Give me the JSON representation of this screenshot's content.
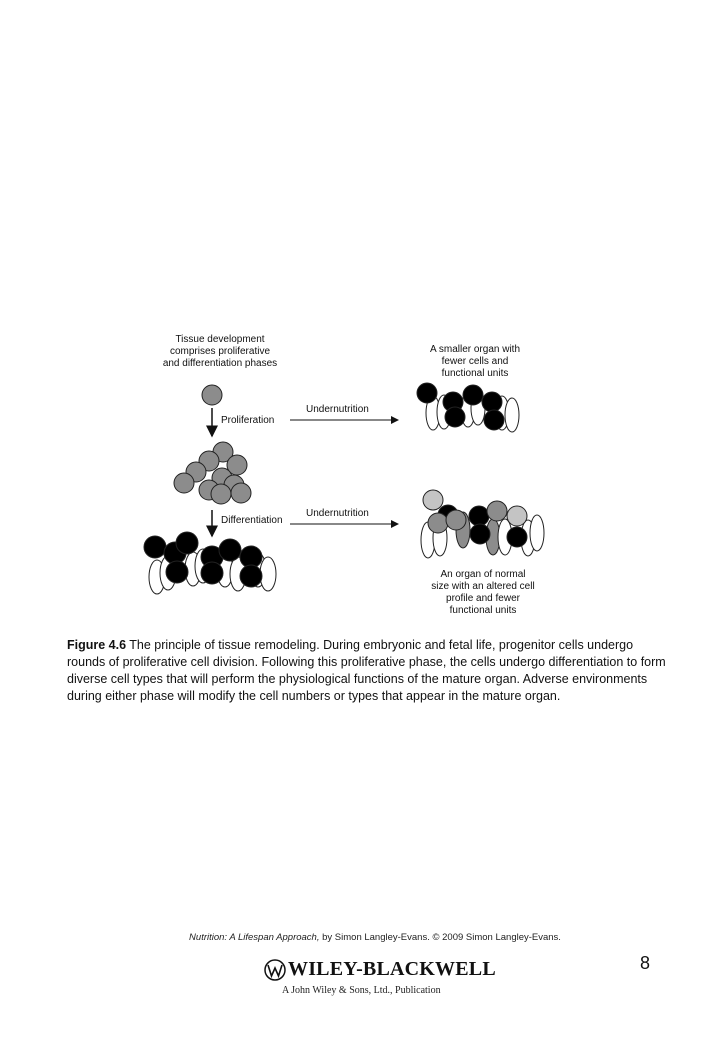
{
  "diagram": {
    "title_lines": [
      "Tissue development",
      "comprises proliferative",
      "and differentiation phases"
    ],
    "step_proliferation": "Proliferation",
    "step_differentiation": "Differentiation",
    "arrow_top_label": "Undernutrition",
    "arrow_bottom_label": "Undernutrition",
    "outcome_top_lines": [
      "A smaller organ with",
      "fewer cells and",
      "functional units"
    ],
    "outcome_bottom_lines": [
      "An organ of normal",
      "size with an altered cell",
      "profile and fewer",
      "functional units"
    ]
  },
  "caption": {
    "label": "Figure 4.6",
    "text": " The  principle of tissue remodeling. During embryonic and fetal life, progenitor cells undergo rounds of proliferative cell division. Following this proliferative phase, the cells undergo differentiation to form diverse cell types that will perform the physiological functions of the mature organ. Adverse environments  during either phase will modify the cell numbers or types that appear in the mature organ."
  },
  "credit": {
    "book_title": "Nutrition: A Lifespan Approach,",
    "rest": " by Simon Langley-Evans. © 2009 Simon Langley-Evans."
  },
  "brand": {
    "name": "WILEY-BLACKWELL",
    "tagline": "A John Wiley & Sons, Ltd., Publication"
  },
  "page_number": "8",
  "colors": {
    "black_cell": "#000000",
    "grey_cell": "#8c8c8c",
    "light_cell": "#c4c4c4",
    "white_cell": "#ffffff"
  }
}
